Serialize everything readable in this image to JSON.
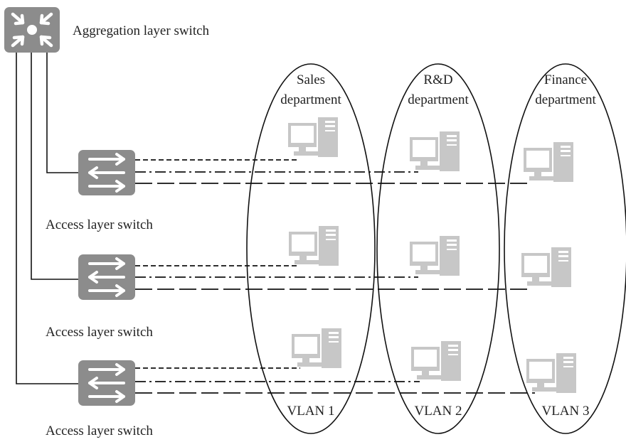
{
  "aggregation_switch": {
    "label": "Aggregation layer switch",
    "icon": "aggregation-switch-icon"
  },
  "access_switches": [
    {
      "label": "Access layer switch",
      "icon": "access-switch-icon"
    },
    {
      "label": "Access layer switch",
      "icon": "access-switch-icon"
    },
    {
      "label": "Access layer switch",
      "icon": "access-switch-icon"
    }
  ],
  "vlans": [
    {
      "department_line1": "Sales",
      "department_line2": "department",
      "vlan": "VLAN 1",
      "link_style": "dashed"
    },
    {
      "department_line1": "R&D",
      "department_line2": "department",
      "vlan": "VLAN 2",
      "link_style": "dash-dot"
    },
    {
      "department_line1": "Finance",
      "department_line2": "department",
      "vlan": "VLAN 3",
      "link_style": "long-dash"
    }
  ],
  "colors": {
    "switch": "#8c8c8c",
    "computer": "#c7c7c7",
    "line": "#111111"
  },
  "computer_icon": "computer-icon"
}
